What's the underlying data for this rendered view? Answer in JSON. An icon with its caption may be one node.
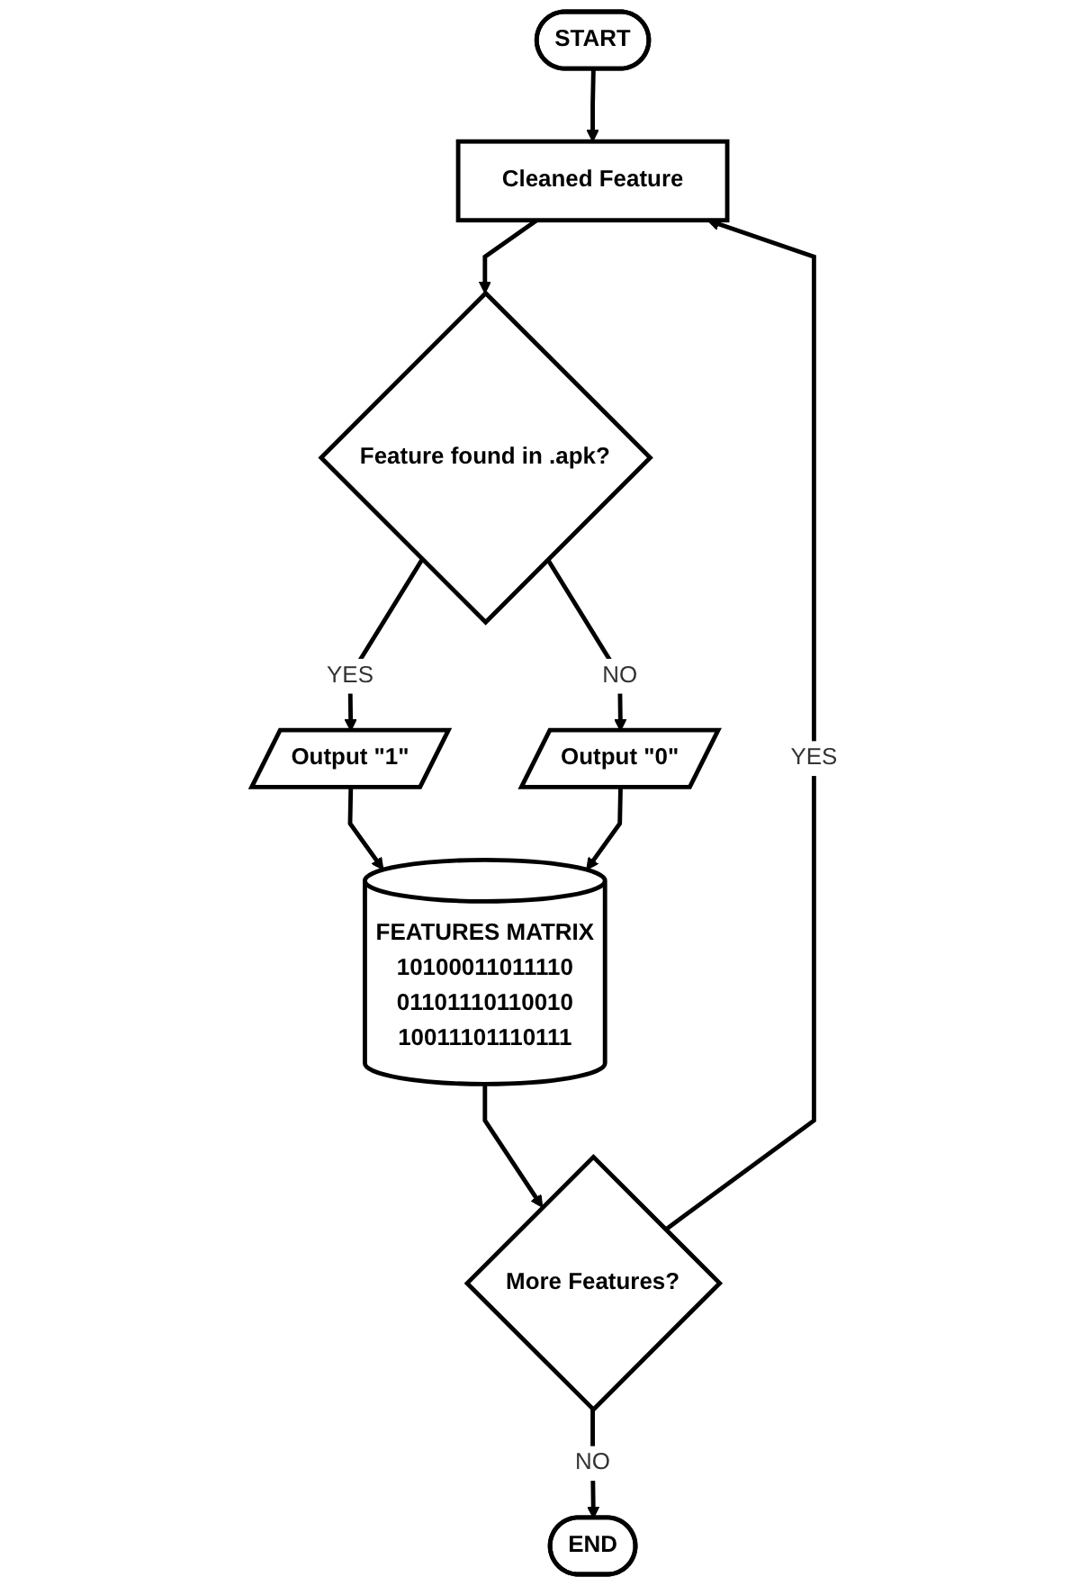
{
  "diagram": {
    "nodes": [
      {
        "text": [
          "START"
        ]
      },
      {
        "text": [
          "Cleaned Feature"
        ]
      },
      {
        "text": [
          "Feature found in .apk?"
        ]
      },
      {
        "text": [
          "Output \"1\""
        ]
      },
      {
        "text": [
          "Output \"0\""
        ]
      },
      {
        "text": [
          "FEATURES MATRIX",
          "10100011011110 01101110110010 10011101110111"
        ]
      },
      {
        "text": [
          "More Features?"
        ]
      },
      {
        "text": [
          "END"
        ]
      }
    ],
    "edges": [
      {
        "from": 0,
        "to": 1,
        "arrow": "to"
      },
      {
        "from": 1,
        "to": 2,
        "arrow": "to"
      },
      {
        "from": 2,
        "to": 3,
        "label": "YES",
        "arrow": "to"
      },
      {
        "from": 2,
        "to": 4,
        "label": "NO",
        "arrow": "to"
      },
      {
        "from": 3,
        "to": 5,
        "arrow": "to"
      },
      {
        "from": 4,
        "to": 5,
        "arrow": "to"
      },
      {
        "from": 5,
        "to": 6,
        "arrow": "to"
      },
      {
        "from": 6,
        "to": 1,
        "label": "YES",
        "arrow": "to"
      },
      {
        "from": 6,
        "to": 7,
        "label": "NO",
        "arrow": "to"
      }
    ]
  }
}
